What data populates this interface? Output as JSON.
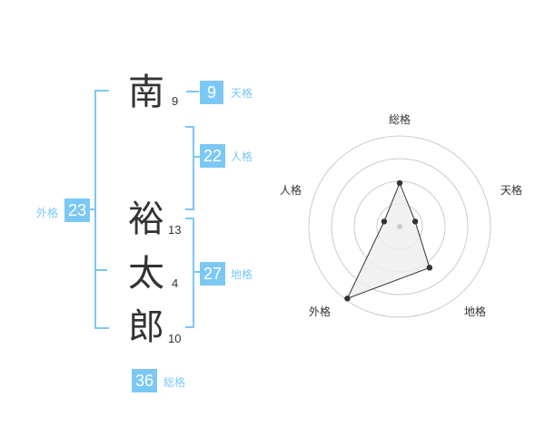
{
  "name": {
    "chars": [
      {
        "char": "南",
        "strokes": "9"
      },
      {
        "char": "裕",
        "strokes": "13"
      },
      {
        "char": "太",
        "strokes": "4"
      },
      {
        "char": "郎",
        "strokes": "10"
      }
    ]
  },
  "kaku": {
    "tenkaku": {
      "value": "9",
      "label": "天格"
    },
    "jinkaku": {
      "value": "22",
      "label": "人格"
    },
    "chikaku": {
      "value": "27",
      "label": "地格"
    },
    "gaikaku": {
      "value": "23",
      "label": "外格"
    },
    "soukaku": {
      "value": "36",
      "label": "総格"
    }
  },
  "chart_data": {
    "type": "radar",
    "axes": [
      "総格",
      "天格",
      "地格",
      "外格",
      "人格"
    ],
    "values": [
      0.48,
      0.18,
      0.56,
      0.98,
      0.18
    ],
    "rings": 4,
    "colors": {
      "fill": "#eeeeee",
      "line": "#333333",
      "ring": "#cccccc",
      "point": "#333333",
      "center": "#cccccc"
    }
  }
}
